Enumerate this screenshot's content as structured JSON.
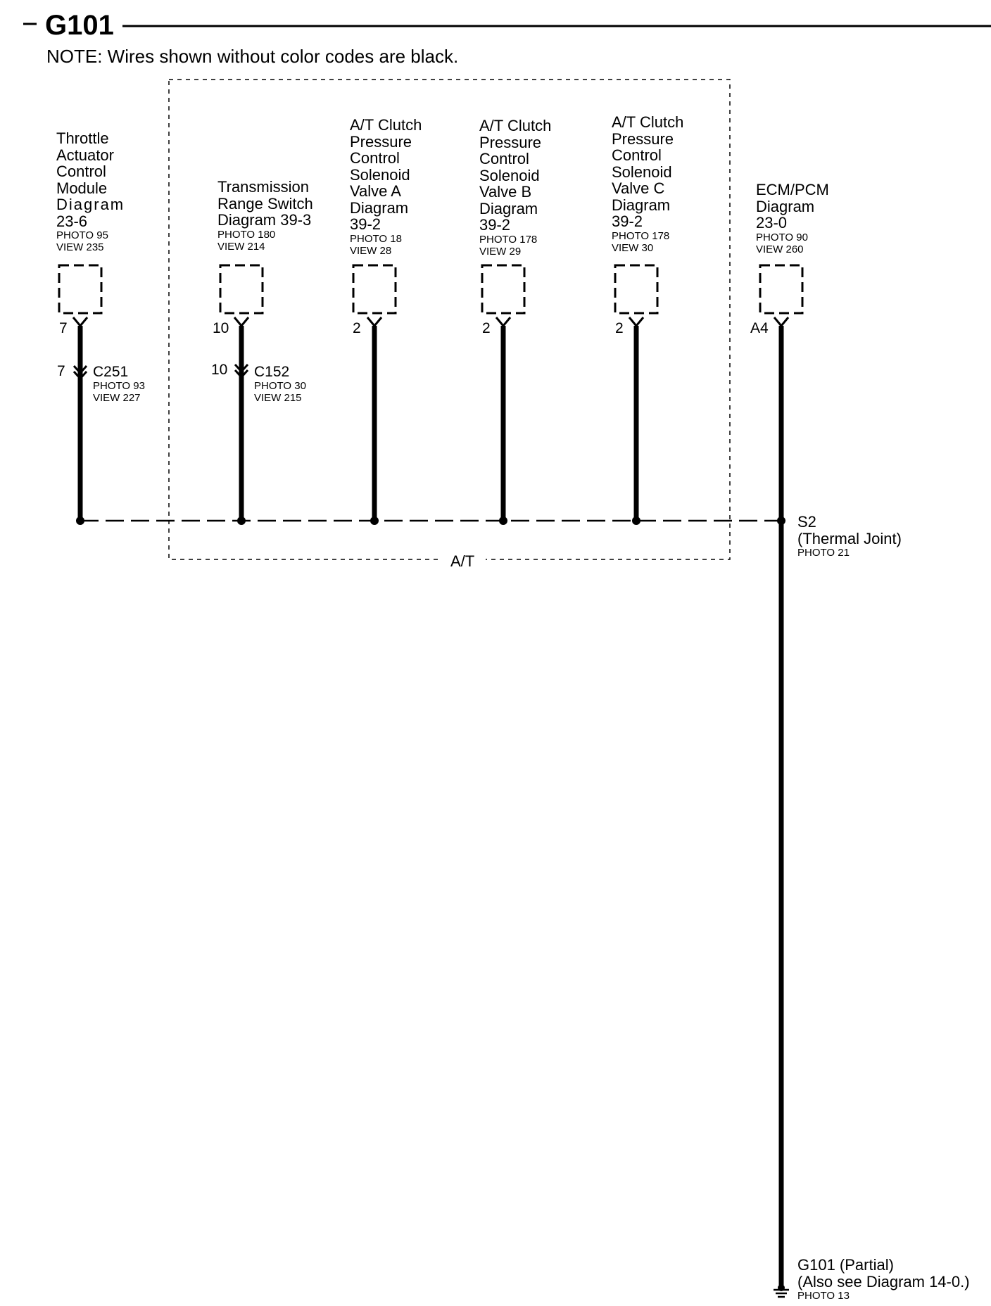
{
  "header": {
    "title": "G101",
    "note": "NOTE: Wires shown without color codes are black."
  },
  "group_label": "A/T",
  "components": [
    {
      "lines": [
        "Throttle",
        "Actuator",
        "Control",
        "Module",
        "Diagram",
        "23-6"
      ],
      "photo": "PHOTO 95",
      "view": "VIEW 235",
      "pin": "7"
    },
    {
      "lines": [
        "Transmission",
        "Range Switch",
        "Diagram 39-3"
      ],
      "photo": "PHOTO 180",
      "view": "VIEW 214",
      "pin": "10"
    },
    {
      "lines": [
        "A/T Clutch",
        "Pressure",
        "Control",
        "Solenoid",
        "Valve A",
        "Diagram",
        "39-2"
      ],
      "photo": "PHOTO 18",
      "view": "VIEW 28",
      "pin": "2"
    },
    {
      "lines": [
        "A/T Clutch",
        "Pressure",
        "Control",
        "Solenoid",
        "Valve B",
        "Diagram",
        "39-2"
      ],
      "photo": "PHOTO 178",
      "view": "VIEW 29",
      "pin": "2"
    },
    {
      "lines": [
        "A/T Clutch",
        "Pressure",
        "Control",
        "Solenoid",
        "Valve C",
        "Diagram",
        "39-2"
      ],
      "photo": "PHOTO 178",
      "view": "VIEW 30",
      "pin": "2"
    },
    {
      "lines": [
        "ECM/PCM",
        "Diagram",
        "23-0"
      ],
      "photo": "PHOTO 90",
      "view": "VIEW 260",
      "pin": "A4"
    }
  ],
  "connectors": [
    {
      "pin": "7",
      "name": "C251",
      "photo": "PHOTO 93",
      "view": "VIEW 227"
    },
    {
      "pin": "10",
      "name": "C152",
      "photo": "PHOTO 30",
      "view": "VIEW 215"
    }
  ],
  "splice": {
    "name": "S2",
    "desc": "(Thermal Joint)",
    "photo": "PHOTO 21"
  },
  "ground": {
    "name": "G101 (Partial)",
    "desc": "(Also see Diagram  14-0.)",
    "photo": "PHOTO 13"
  }
}
